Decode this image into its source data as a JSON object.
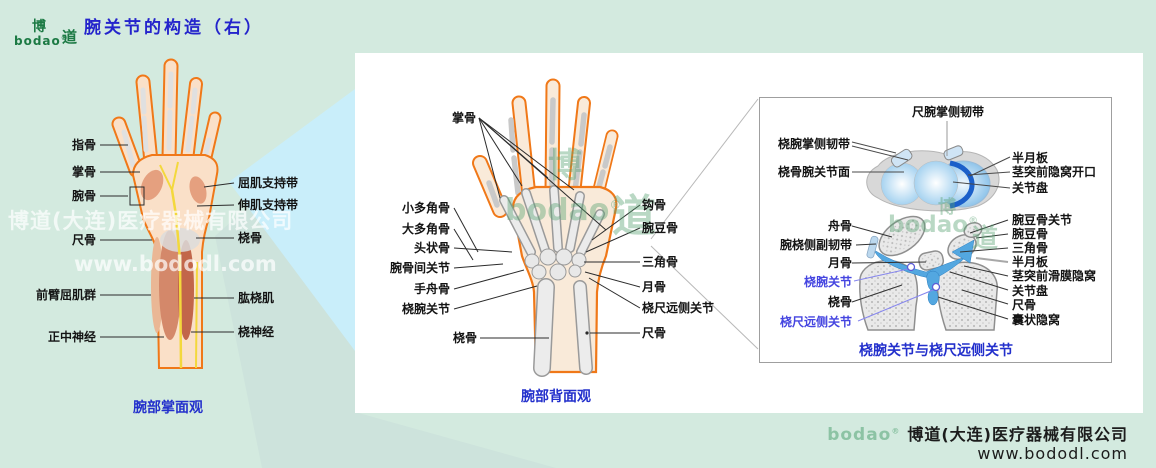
{
  "header": {
    "logo_text": "bodao",
    "logo_reg": "®",
    "logo_char1": "博",
    "logo_char2": "道",
    "title": "腕关节的构造（右）"
  },
  "watermarks": {
    "company": "博道(大连)医疗器械有限公司",
    "website": "www.bododl.com",
    "logo_text": "bodao",
    "logo_reg": "®",
    "logo_char1": "博",
    "logo_char2": "道"
  },
  "palm_panel": {
    "caption": "腕部掌面观",
    "left_labels": [
      "指骨",
      "掌骨",
      "腕骨",
      "尺骨",
      "前臂屈肌群",
      "正中神经"
    ],
    "right_labels": [
      "屈肌支持带",
      "伸肌支持带",
      "桡骨",
      "肱桡肌",
      "桡神经"
    ]
  },
  "dorsal_panel": {
    "caption": "腕部背面观",
    "left_labels": [
      "掌骨",
      "小多角骨",
      "大多角骨",
      "头状骨",
      "腕骨间关节",
      "手舟骨",
      "桡腕关节",
      "桡骨"
    ],
    "right_labels": [
      "钩骨",
      "腕豆骨",
      "三角骨",
      "月骨",
      "桡尺远侧关节",
      "尺骨"
    ]
  },
  "detail_panel": {
    "caption": "桡腕关节与桡尺远侧关节",
    "top_label": "尺腕掌侧韧带",
    "upper_left": [
      "桡腕掌侧韧带",
      "桡骨腕关节面"
    ],
    "upper_right": [
      "半月板",
      "茎突前隐窝开口",
      "关节盘"
    ],
    "lower_left": [
      "舟骨",
      "腕桡侧副韧带",
      "月骨",
      "桡腕关节",
      "桡骨",
      "桡尺远侧关节"
    ],
    "lower_right": [
      "腕豆骨关节",
      "腕豆骨",
      "三角骨",
      "半月板",
      "茎突前滑膜隐窝",
      "关节盘",
      "尺骨",
      "囊状隐窝"
    ]
  },
  "footer": {
    "logo_text": "bodao",
    "logo_reg": "®",
    "company": "博道(大连)医疗器械有限公司",
    "website": "www.bododl.com"
  },
  "colors": {
    "background": "#d3eadf",
    "panel_white": "#ffffff",
    "title_blue": "#2424cc",
    "caption_blue": "#2330cc",
    "highlight_blue": "#4545e0",
    "outline_orange": "#f07818",
    "logo_green": "#1c7a44",
    "bone_gray": "#e9e9e9",
    "joint_blue": "#53a7e0",
    "crescent_blue": "#1b5fc9",
    "cone_cyan": "#c9eefa",
    "cone_teal": "#cde3dc"
  }
}
